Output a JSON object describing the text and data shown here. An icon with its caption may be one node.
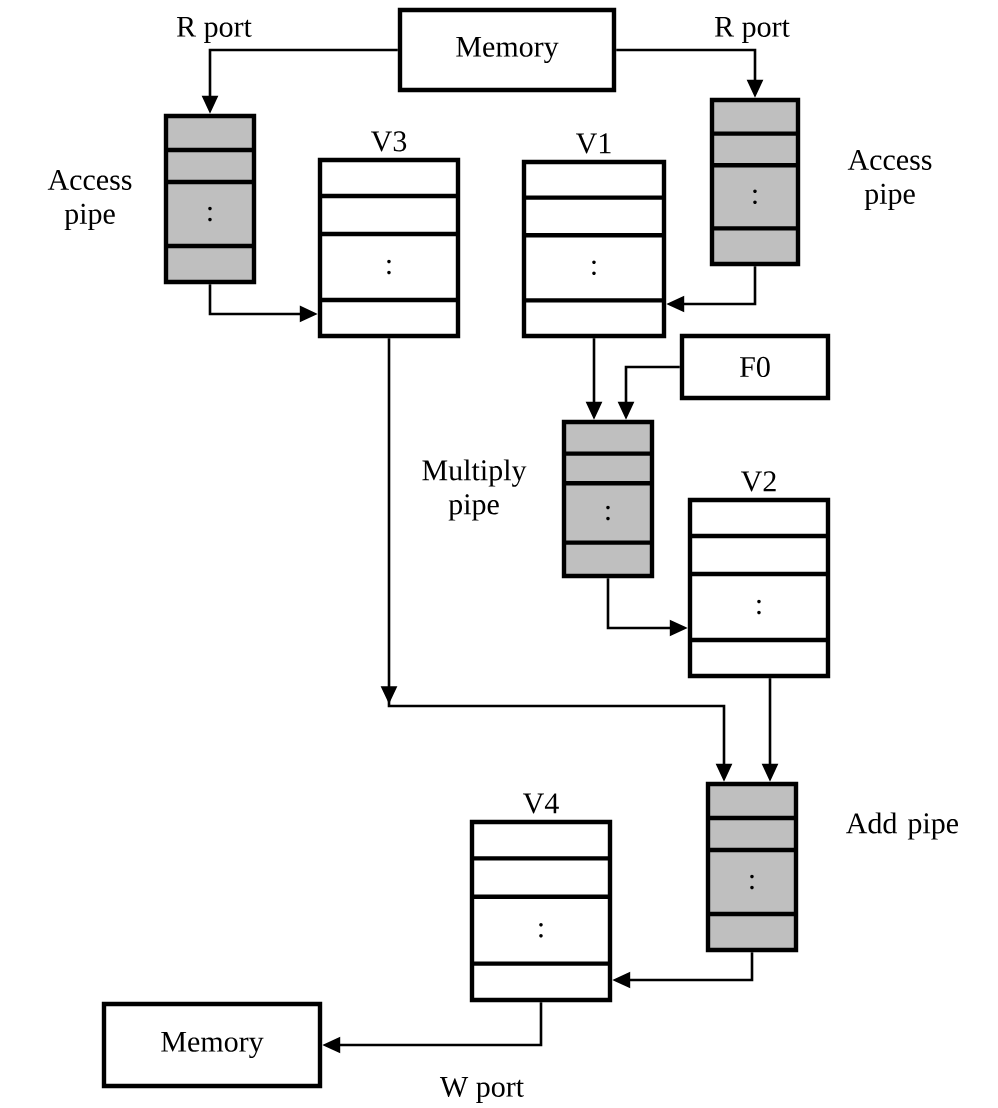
{
  "diagram": {
    "nodes": [
      {
        "text": [
          "Memory"
        ]
      },
      {
        "text": [
          ":"
        ],
        "beside": [
          "Access pipe"
        ]
      },
      {
        "text": [
          "V3",
          ":"
        ]
      },
      {
        "text": [
          "V1",
          ":"
        ]
      },
      {
        "text": [
          ":"
        ],
        "beside": [
          "Access pipe"
        ]
      },
      {
        "text": [
          "F0"
        ]
      },
      {
        "text": [
          ":"
        ],
        "beside": [
          "Multiply pipe"
        ]
      },
      {
        "text": [
          "V2",
          ":"
        ]
      },
      {
        "text": [
          ":"
        ],
        "beside": [
          "Add pipe"
        ]
      },
      {
        "text": [
          "V4",
          ":"
        ]
      },
      {
        "text": [
          "Memory"
        ]
      }
    ],
    "edges": [
      {
        "from": 0,
        "to": 1,
        "arrow": "to",
        "label": "R port"
      },
      {
        "from": 0,
        "to": 4,
        "arrow": "to",
        "label": "R port"
      },
      {
        "from": 1,
        "to": 2,
        "arrow": "to"
      },
      {
        "from": 4,
        "to": 3,
        "arrow": "to"
      },
      {
        "from": 3,
        "to": 6,
        "arrow": "to"
      },
      {
        "from": 5,
        "to": 6,
        "arrow": "to"
      },
      {
        "from": 6,
        "to": 7,
        "arrow": "to"
      },
      {
        "from": 2,
        "to": 8,
        "arrow": "to"
      },
      {
        "from": 7,
        "to": 8,
        "arrow": "to"
      },
      {
        "from": 8,
        "to": 9,
        "arrow": "to"
      },
      {
        "from": 9,
        "to": 10,
        "arrow": "to",
        "label": "W port"
      }
    ]
  }
}
